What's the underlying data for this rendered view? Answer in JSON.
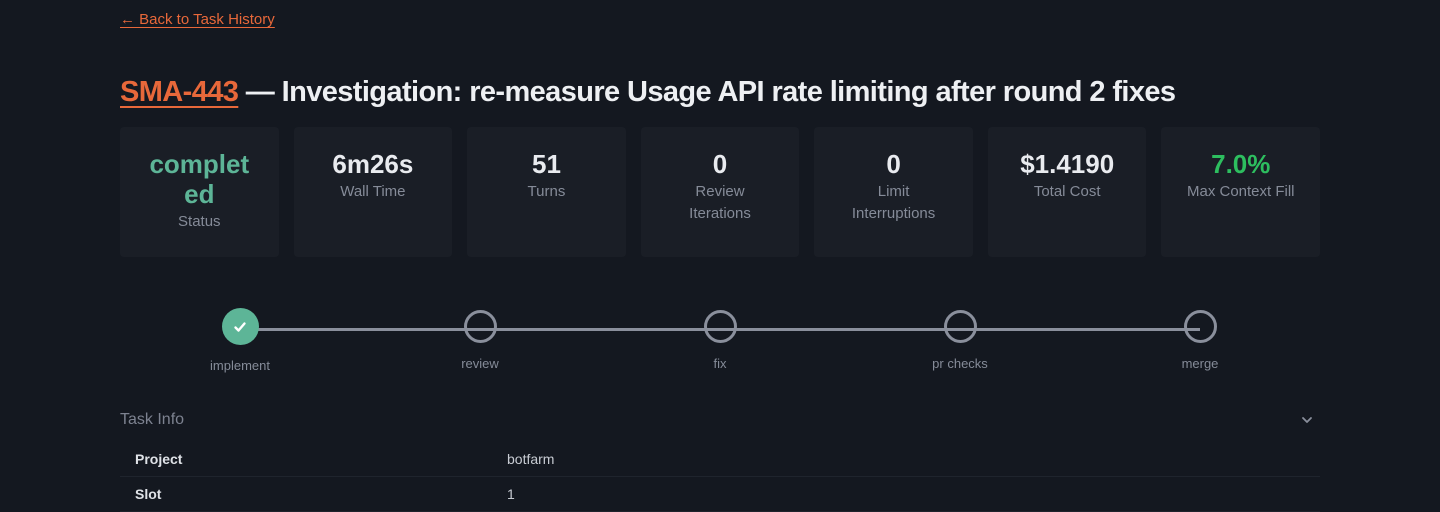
{
  "nav": {
    "back_label": "← Back to Task History"
  },
  "header": {
    "task_id": "SMA-443",
    "separator": " — ",
    "title": "Investigation: re-measure Usage API rate limiting after round 2 fixes"
  },
  "stats": [
    {
      "value": "completed",
      "label": "Status",
      "color": "#5db597"
    },
    {
      "value": "6m26s",
      "label": "Wall Time"
    },
    {
      "value": "51",
      "label": "Turns"
    },
    {
      "value": "0",
      "label": "Review Iterations"
    },
    {
      "value": "0",
      "label": "Limit Interruptions"
    },
    {
      "value": "$1.4190",
      "label": "Total Cost"
    },
    {
      "value": "7.0%",
      "label": "Max Context Fill",
      "color": "#2dbe5f"
    }
  ],
  "pipeline": {
    "steps": [
      {
        "label": "implement",
        "state": "done"
      },
      {
        "label": "review",
        "state": "pending"
      },
      {
        "label": "fix",
        "state": "pending"
      },
      {
        "label": "pr checks",
        "state": "pending"
      },
      {
        "label": "merge",
        "state": "pending"
      }
    ]
  },
  "task_info": {
    "title": "Task Info",
    "collapse_icon": "chevron-down-icon",
    "rows": [
      {
        "key": "Project",
        "value": "botfarm"
      },
      {
        "key": "Slot",
        "value": "1"
      }
    ]
  },
  "colors": {
    "accent": "#e8683a",
    "background": "#141820",
    "card": "#1a1e26",
    "success": "#5db597",
    "context_fill": "#2dbe5f",
    "muted": "#858b98"
  }
}
